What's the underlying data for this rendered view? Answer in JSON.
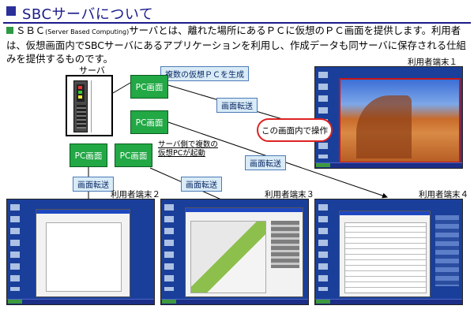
{
  "header": {
    "title": "SBCサーバについて"
  },
  "intro": {
    "lead": "ＳＢＣ",
    "lead_small": "(Server Based Computing)",
    "text": "サーバとは、離れた場所にあるＰＣに仮想のＰＣ画面を提供します。利用者は、仮想画面内でSBCサーバにあるアプリケーションを利用し、作成データも同サーバに保存される仕組みを提供するものです。"
  },
  "diagram": {
    "server_label": "サーバ",
    "pc_label": "PC画面",
    "generate_tag": "複数の仮想ＰＣを生成",
    "transfer_label": "画面転送",
    "callout": "この画面内で操作",
    "note_line1": "サーバ側で複数の",
    "note_line2": "仮想PCが起動"
  },
  "terminals": {
    "t1": "利用者端末１",
    "t2": "利用者端末２",
    "t3": "利用者端末３",
    "t4": "利用者端末４"
  },
  "colors": {
    "title": "#1b1b8c",
    "pc_box": "#22a845",
    "tag_bg": "#d9ebf6",
    "callout_border": "#dd2222",
    "desktop": "#1a3f9a"
  }
}
